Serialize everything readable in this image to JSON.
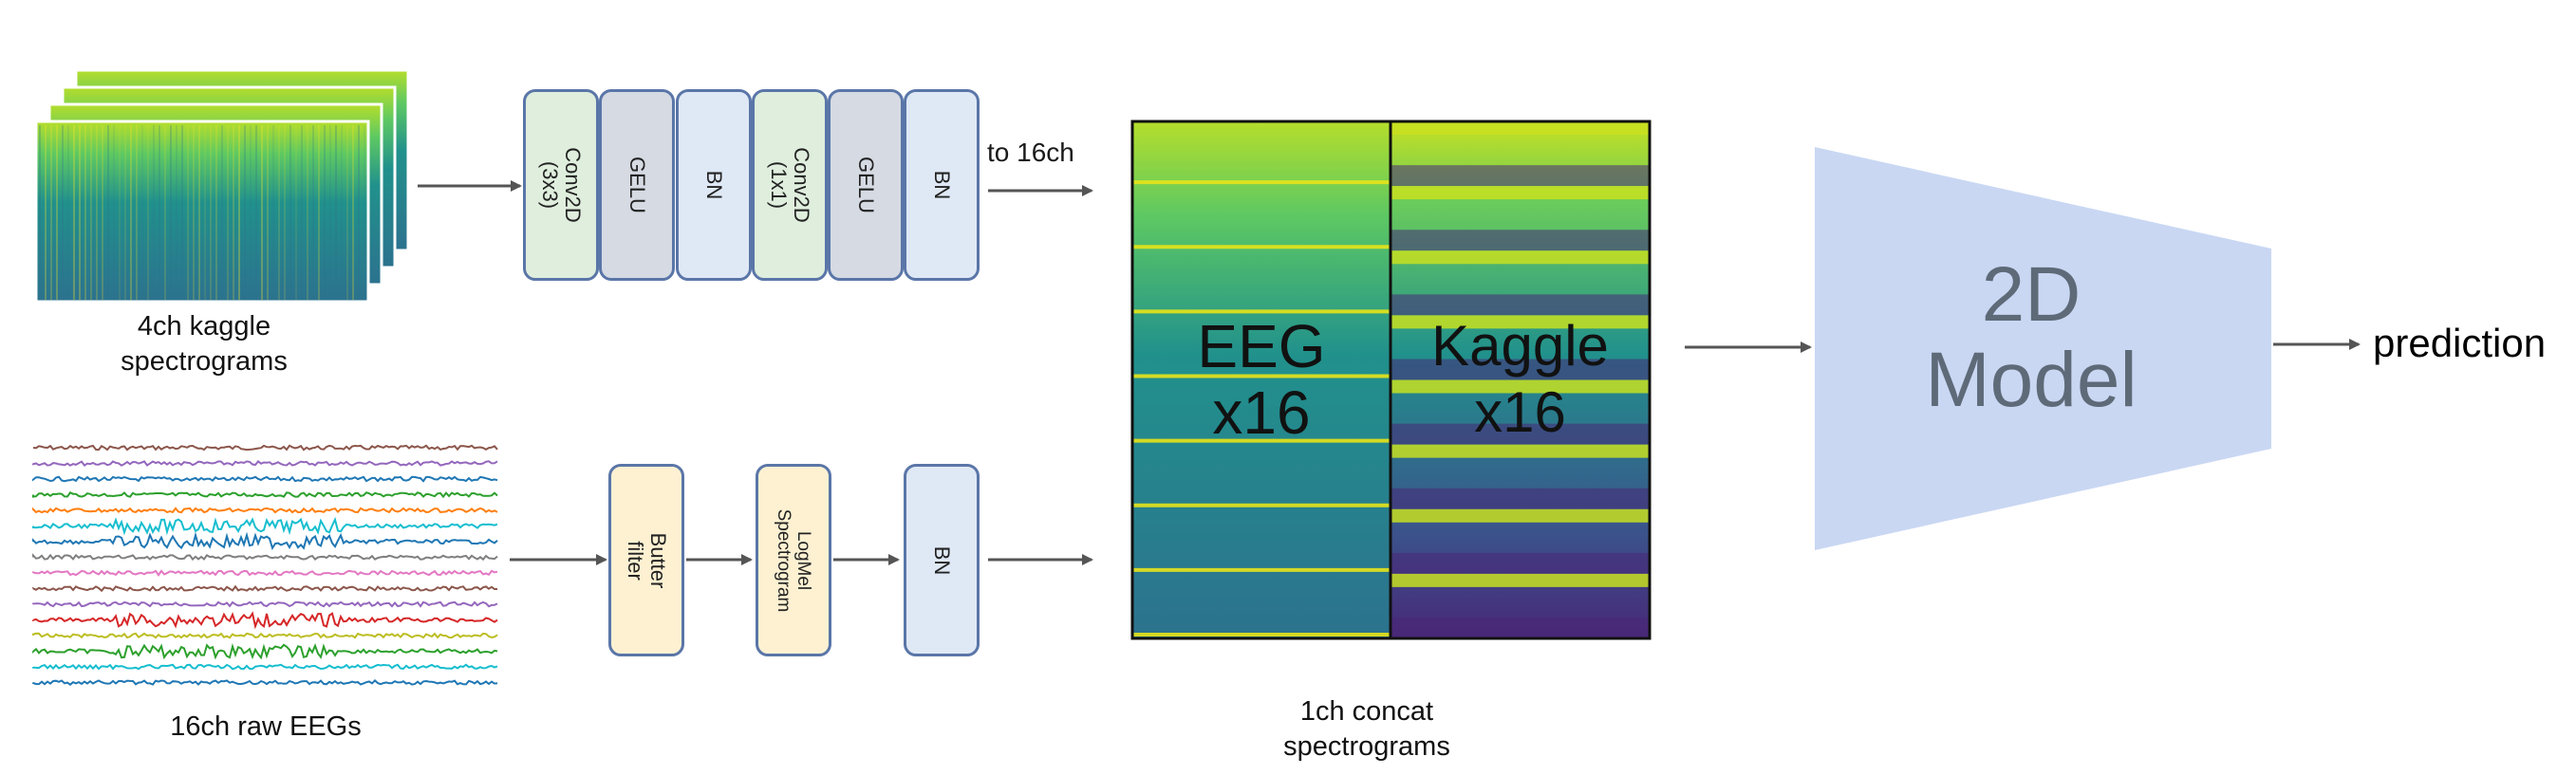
{
  "inputs": {
    "spectrograms_caption": "4ch kaggle\nspectrograms",
    "raw_eeg_caption": "16ch raw EEGs"
  },
  "top_pipeline": {
    "blocks": [
      {
        "label": "Conv2D\n(3x3)",
        "color": "#dfeedd"
      },
      {
        "label": "GELU",
        "color": "#d5dae3"
      },
      {
        "label": "BN",
        "color": "#dfe8f5"
      },
      {
        "label": "Conv2D\n(1x1)",
        "color": "#dfeedd"
      },
      {
        "label": "GELU",
        "color": "#d5dae3"
      },
      {
        "label": "BN",
        "color": "#dfe8f5"
      }
    ],
    "output_label": "to 16ch"
  },
  "bottom_pipeline": {
    "blocks": [
      {
        "label": "Butter\nfilter",
        "color": "#fdf1d2"
      },
      {
        "label": "LogMel\nSpectrogram",
        "color": "#fdf1d2"
      },
      {
        "label": "BN",
        "color": "#dfe8f5"
      }
    ]
  },
  "concat": {
    "left_label": "EEG\nx16",
    "right_label": "Kaggle\nx16",
    "caption": "1ch concat\nspectrograms"
  },
  "model": {
    "label": "2D\nModel",
    "color": "#c9d7f3",
    "output": "prediction"
  },
  "colors": {
    "block_border": "#5a76a8",
    "arrow": "#555555",
    "viridis_dark": "#440154",
    "viridis_teal": "#21918c",
    "viridis_green": "#5ec962",
    "viridis_yellow": "#fde725"
  },
  "eeg_trace_colors": [
    "#8c564b",
    "#9467bd",
    "#1f77b4",
    "#2ca02c",
    "#ff7f0e",
    "#17becf",
    "#1f77b4",
    "#7f7f7f",
    "#e377c2",
    "#8c564b",
    "#9467bd",
    "#d62728",
    "#bcbd22",
    "#2ca02c",
    "#17becf",
    "#1f77b4"
  ]
}
